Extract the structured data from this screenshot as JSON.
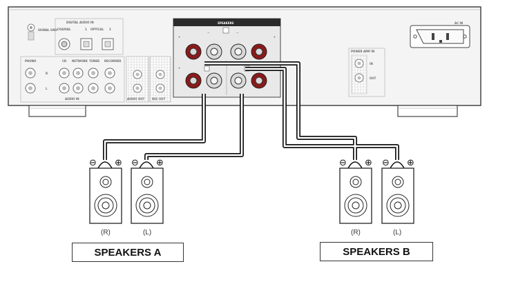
{
  "amplifier": {
    "signal_gnd": "SIGNAL GND",
    "digital_audio_in": "DIGITAL AUDIO IN",
    "coaxial": "COAXIAL",
    "optical_1": "1",
    "optical_label": "OPTICAL",
    "optical_2": "2",
    "phono": "PHONO",
    "cd": "CD",
    "network": "NETWORK",
    "tuner": "TUNER",
    "recorder": "RECORDER",
    "audio_in": "AUDIO IN",
    "audio_out": "AUDIO OUT",
    "rec_out": "REC OUT",
    "speakers_header": "SPEAKERS",
    "ac_in": "AC IN",
    "power_amp_in": "POWER AMP IN",
    "in_label": "IN",
    "out_label": "OUT"
  },
  "speakers": {
    "group_a": "SPEAKERS A",
    "group_b": "SPEAKERS B",
    "right": "(R)",
    "left": "(L)",
    "minus": "⊖",
    "plus": "⊕"
  },
  "colors": {
    "positive_terminal": "#8b1a1a",
    "negative_terminal": "#d9d9d9",
    "panel": "#f2f2f2",
    "cable": "#111111"
  }
}
